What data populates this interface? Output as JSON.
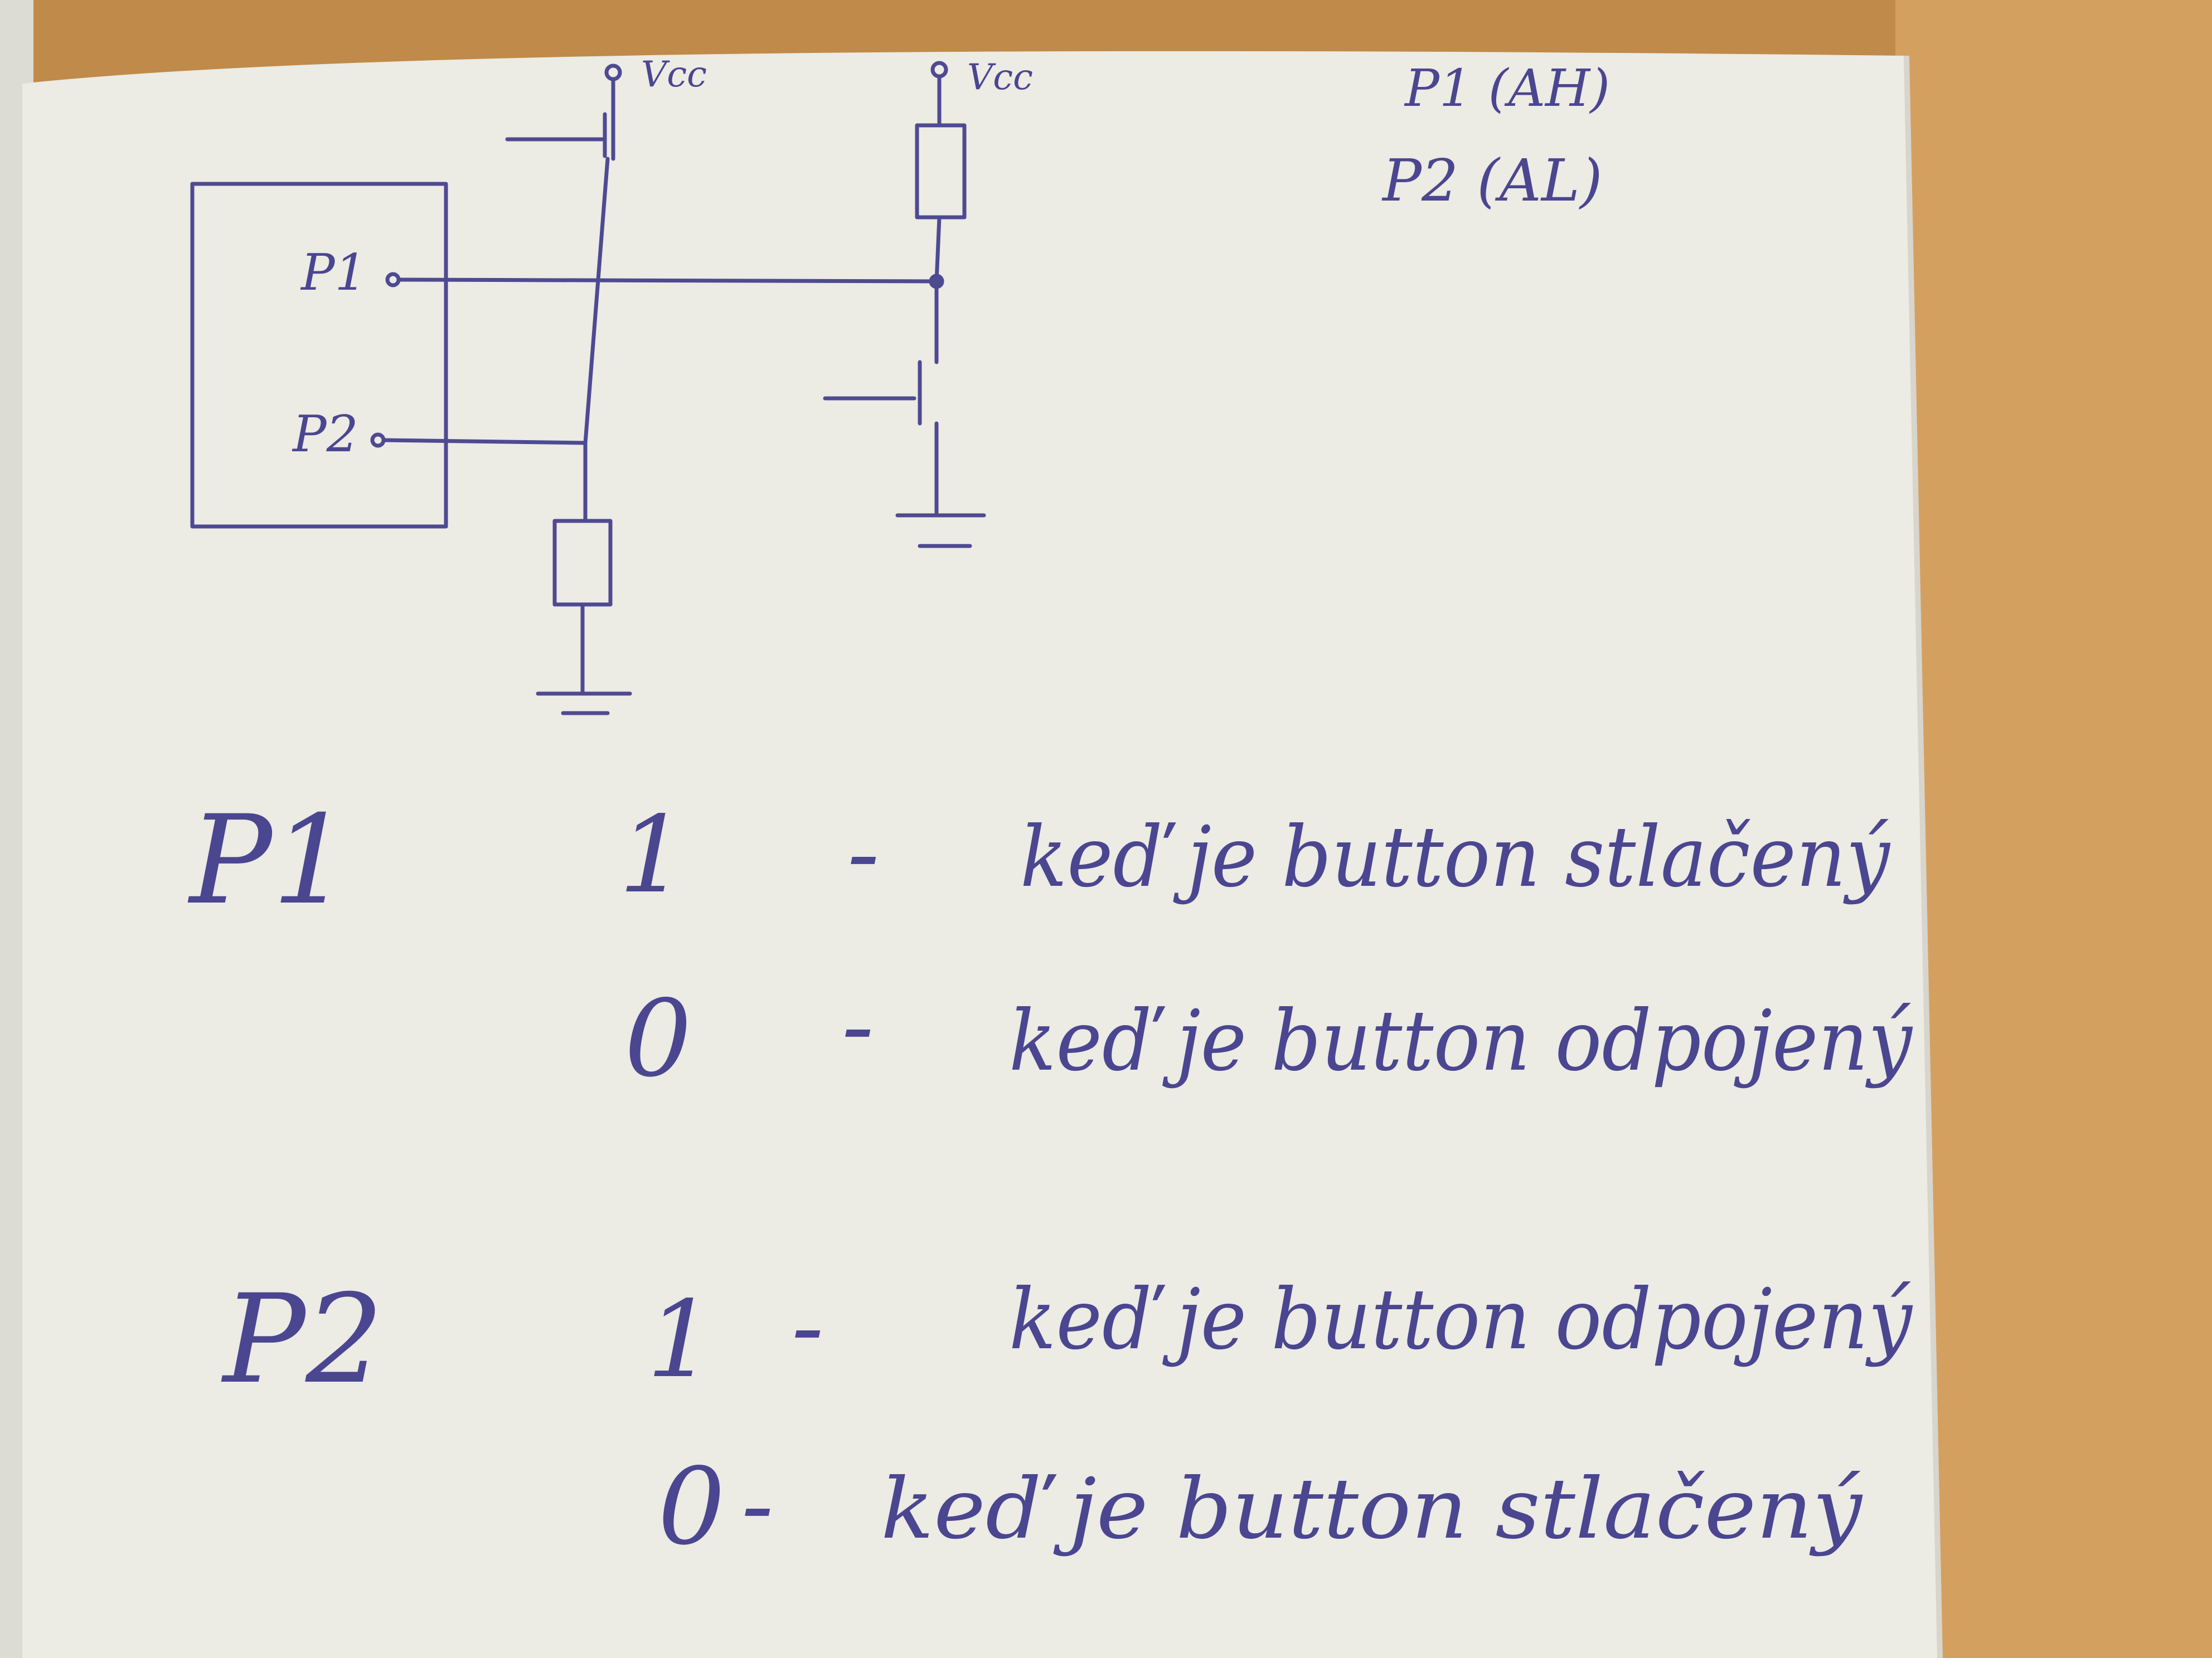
{
  "colors": {
    "ink": "#4e4a92",
    "paper": "#ecebe4",
    "table": "#c08a4a"
  },
  "diagram": {
    "vcc_left": "Vcc",
    "vcc_right": "Vcc",
    "pin_p1": "P1",
    "pin_p2": "P2",
    "note_p1": "P1 (AH)",
    "note_p2": "P2 (AL)"
  },
  "notes": {
    "p1_label": "P1",
    "p1_rows": [
      {
        "value": "1",
        "dash": "-",
        "text": "keď je button stlačený"
      },
      {
        "value": "0",
        "dash": "-",
        "text": "keď je button odpojený"
      }
    ],
    "p2_label": "P2",
    "p2_rows": [
      {
        "value": "1",
        "dash": "-",
        "text": "keď je button odpojený"
      },
      {
        "value": "0",
        "dash": "-",
        "text": "keď je button stlačený"
      }
    ]
  }
}
